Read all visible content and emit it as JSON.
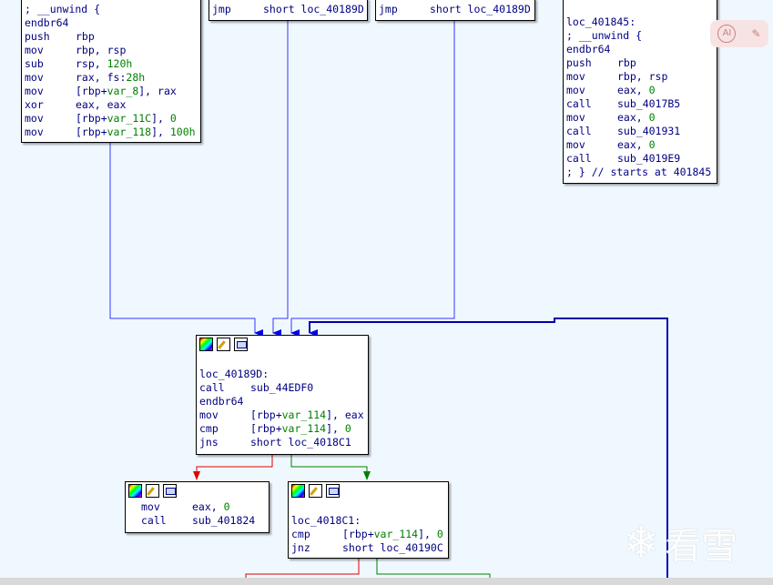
{
  "colors": {
    "edge_normal": "#3333ff",
    "edge_true": "#008000",
    "edge_false": "#e00000",
    "edge_back": "#0000aa",
    "annotation_arrow": "#e83a3a"
  },
  "blocks": {
    "entry": {
      "lines": [
        {
          "c": "; __unwind {"
        },
        {
          "m": "endbr64",
          "o": ""
        },
        {
          "m": "push",
          "o": "rbp"
        },
        {
          "m": "mov",
          "o": "rbp, rsp"
        },
        {
          "m": "sub",
          "o": "rsp, ",
          "n": "120h"
        },
        {
          "m": "mov",
          "o": "rax, fs:",
          "n": "28h"
        },
        {
          "m": "mov",
          "o": "[rbp+",
          "v": "var_8",
          "o2": "], rax"
        },
        {
          "m": "xor",
          "o": "eax, eax"
        },
        {
          "m": "mov",
          "o": "[rbp+",
          "v": "var_11C",
          "o2": "], ",
          "n": "0"
        },
        {
          "m": "mov",
          "o": "[rbp+",
          "v": "var_118",
          "o2": "], ",
          "n": "100h"
        }
      ]
    },
    "jmp_a": {
      "lines": [
        {
          "m": "jmp",
          "o": "short loc_40189D"
        }
      ]
    },
    "jmp_b": {
      "lines": [
        {
          "m": "jmp",
          "o": "short loc_40189D"
        }
      ]
    },
    "loc_401845": {
      "lines": [
        {
          "l": "loc_401845:"
        },
        {
          "c": "; __unwind {"
        },
        {
          "m": "endbr64",
          "o": ""
        },
        {
          "m": "push",
          "o": "rbp"
        },
        {
          "m": "mov",
          "o": "rbp, rsp"
        },
        {
          "m": "mov",
          "o": "eax, ",
          "n": "0"
        },
        {
          "m": "call",
          "o": "sub_4017B5"
        },
        {
          "m": "mov",
          "o": "eax, ",
          "n": "0"
        },
        {
          "m": "call",
          "o": "sub_401931"
        },
        {
          "m": "mov",
          "o": "eax, ",
          "n": "0"
        },
        {
          "m": "call",
          "o": "sub_4019E9"
        },
        {
          "c": "; } // starts at 401845"
        }
      ]
    },
    "loc_40189D": {
      "lines": [
        {
          "l": ""
        },
        {
          "l": "loc_40189D:"
        },
        {
          "m": "call",
          "o": "sub_44EDF0"
        },
        {
          "m": "endbr64",
          "o": ""
        },
        {
          "m": "mov",
          "o": "[rbp+",
          "v": "var_114",
          "o2": "], eax"
        },
        {
          "m": "cmp",
          "o": "[rbp+",
          "v": "var_114",
          "o2": "], ",
          "n": "0"
        },
        {
          "m": "jns",
          "o": "short loc_4018C1"
        }
      ]
    },
    "fail_path": {
      "lines": [
        {
          "m": "mov",
          "o": "eax, ",
          "n": "0",
          "ind": true
        },
        {
          "m": "call",
          "o": "sub_401824",
          "ind": true
        }
      ]
    },
    "loc_4018C1": {
      "lines": [
        {
          "l": ""
        },
        {
          "l": "loc_4018C1:"
        },
        {
          "m": "cmp",
          "o": "[rbp+",
          "v": "var_114",
          "o2": "], ",
          "n": "0"
        },
        {
          "m": "jnz",
          "o": "short loc_40190C"
        }
      ]
    }
  },
  "overlay": {
    "ai_label": "AI",
    "watermark_text": "看雪",
    "watermark_icon": "snowflake-icon"
  }
}
